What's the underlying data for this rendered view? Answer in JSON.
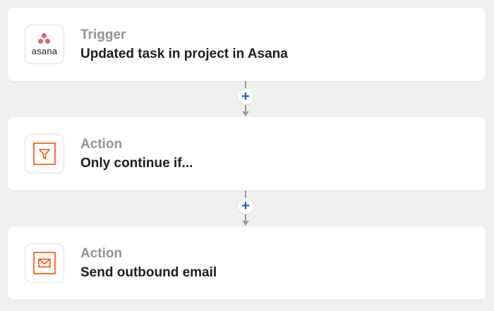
{
  "steps": [
    {
      "type": "Trigger",
      "title": "Updated task in project in Asana",
      "app_icon": "asana-logo",
      "app_icon_text": "asana",
      "icon_color": "#e8616b"
    },
    {
      "type": "Action",
      "title": "Only continue if...",
      "app_icon": "filter-icon",
      "icon_color": "#ff4f00"
    },
    {
      "type": "Action",
      "title": "Send outbound email",
      "app_icon": "mail-icon",
      "icon_color": "#ff4f00"
    }
  ],
  "connectors": [
    {
      "add_label": "+"
    },
    {
      "add_label": "+"
    }
  ],
  "colors": {
    "background": "#f0f0f0",
    "card": "#ffffff",
    "add_button_accent": "#1a5fd8",
    "step_type_text": "#939393",
    "step_title_text": "#1e1e1e"
  }
}
